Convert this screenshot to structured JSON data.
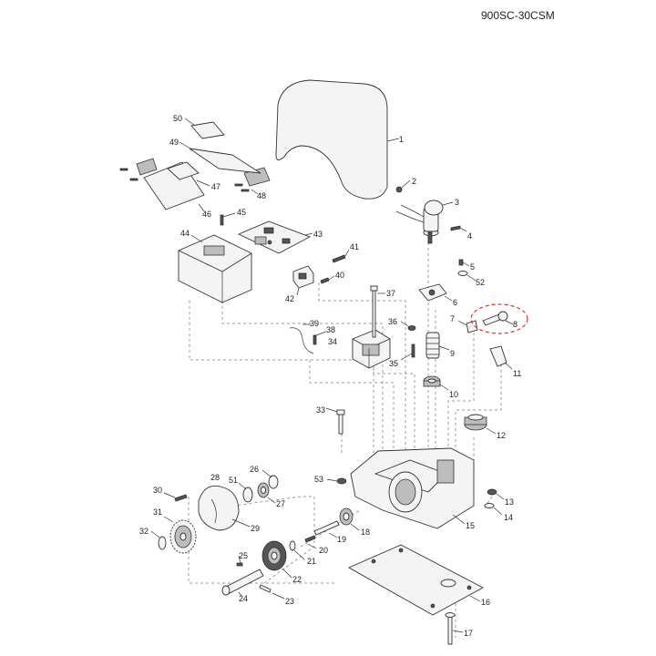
{
  "drawing_code": "900SC-30CSM",
  "part_numbers": [
    "1",
    "2",
    "3",
    "4",
    "5",
    "6",
    "7",
    "8",
    "9",
    "10",
    "11",
    "12",
    "13",
    "14",
    "15",
    "16",
    "17",
    "18",
    "19",
    "20",
    "21",
    "22",
    "23",
    "24",
    "25",
    "26",
    "27",
    "28",
    "29",
    "30",
    "31",
    "32",
    "33",
    "34",
    "35",
    "36",
    "37",
    "38",
    "39",
    "40",
    "41",
    "42",
    "43",
    "44",
    "45",
    "46",
    "47",
    "48",
    "49",
    "50",
    "51",
    "52",
    "53"
  ],
  "highlighted_part": "8",
  "colors": {
    "highlight": "#e03030",
    "ink": "#333333"
  }
}
